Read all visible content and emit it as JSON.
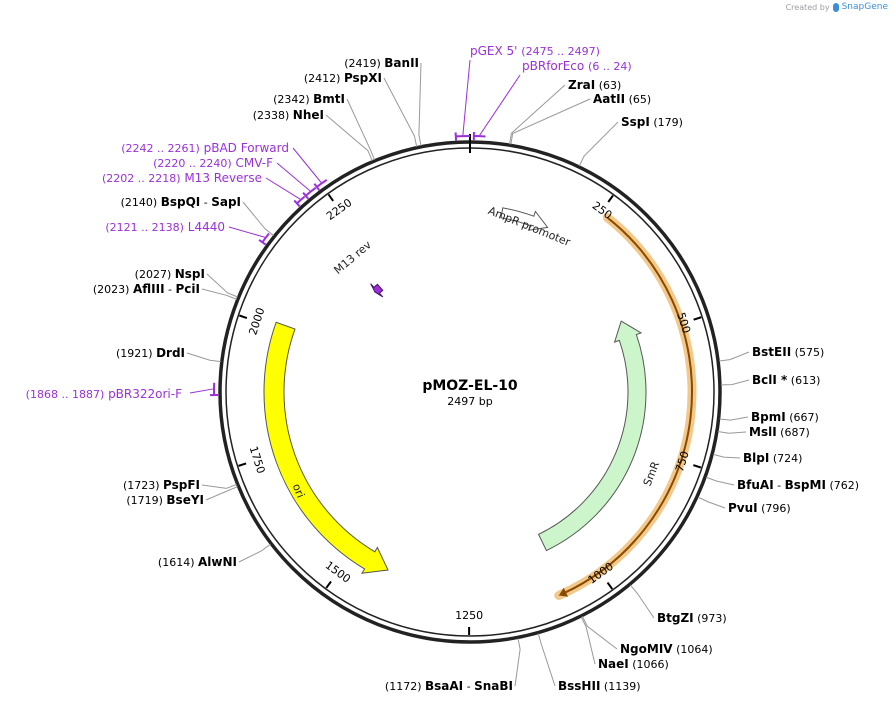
{
  "credit": {
    "prefix": "Created by",
    "brand": "SnapGene"
  },
  "plasmid": {
    "name": "pMOZ-EL-10",
    "length_label": "2497 bp",
    "length": 2497
  },
  "ticks": [
    "250",
    "500",
    "750",
    "1000",
    "1250",
    "1500",
    "1750",
    "2000",
    "2250"
  ],
  "enzymes": [
    {
      "name": "BanII",
      "pos": "(2419)",
      "bp": 2419
    },
    {
      "name": "PspXI",
      "pos": "(2412)",
      "bp": 2412
    },
    {
      "name": "BmtI",
      "pos": "(2342)",
      "bp": 2342
    },
    {
      "name": "NheI",
      "pos": "(2338)",
      "bp": 2338
    },
    {
      "name": "ZraI",
      "pos": "(63)",
      "bp": 63
    },
    {
      "name": "AatII",
      "pos": "(65)",
      "bp": 65
    },
    {
      "name": "SspI",
      "pos": "(179)",
      "bp": 179
    },
    {
      "name": "BspQI",
      "name2": "SapI",
      "pos": "(2140)",
      "bp": 2140
    },
    {
      "name": "NspI",
      "pos": "(2027)",
      "bp": 2027
    },
    {
      "name": "AflIII",
      "name2": "PciI",
      "pos": "(2023)",
      "bp": 2023
    },
    {
      "name": "DrdI",
      "pos": "(1921)",
      "bp": 1921
    },
    {
      "name": "BstEII",
      "pos": "(575)",
      "bp": 575
    },
    {
      "name": "BclI *",
      "pos": "(613)",
      "bp": 613
    },
    {
      "name": "BpmI",
      "pos": "(667)",
      "bp": 667
    },
    {
      "name": "MslI",
      "pos": "(687)",
      "bp": 687
    },
    {
      "name": "BlpI",
      "pos": "(724)",
      "bp": 724
    },
    {
      "name": "BfuAI",
      "name2": "BspMI",
      "pos": "(762)",
      "bp": 762
    },
    {
      "name": "PvuI",
      "pos": "(796)",
      "bp": 796
    },
    {
      "name": "PspFI",
      "pos": "(1723)",
      "bp": 1723
    },
    {
      "name": "BseYI",
      "pos": "(1719)",
      "bp": 1719
    },
    {
      "name": "AlwNI",
      "pos": "(1614)",
      "bp": 1614
    },
    {
      "name": "BtgZI",
      "pos": "(973)",
      "bp": 973
    },
    {
      "name": "NgoMIV",
      "pos": "(1064)",
      "bp": 1064
    },
    {
      "name": "NaeI",
      "pos": "(1066)",
      "bp": 1066
    },
    {
      "name": "BssHII",
      "pos": "(1139)",
      "bp": 1139
    },
    {
      "name": "BsaAI",
      "name2": "SnaBI",
      "pos": "(1172)",
      "bp": 1172
    }
  ],
  "primers": [
    {
      "name": "pGEX 5'",
      "range": "(2475 .. 2497)",
      "start": 2475,
      "end": 2497
    },
    {
      "name": "pBRforEco",
      "range": "(6 .. 24)",
      "start": 6,
      "end": 24
    },
    {
      "name": "pBAD Forward",
      "range": "(2242 .. 2261)",
      "start": 2242,
      "end": 2261
    },
    {
      "name": "CMV-F",
      "range": "(2220 .. 2240)",
      "start": 2220,
      "end": 2240
    },
    {
      "name": "M13 Reverse",
      "range": "(2202 .. 2218)",
      "start": 2202,
      "end": 2218
    },
    {
      "name": "L4440",
      "range": "(2121 .. 2138)",
      "start": 2121,
      "end": 2138
    },
    {
      "name": "pBR322ori-F",
      "range": "(1868 .. 1887)",
      "start": 1868,
      "end": 1887
    }
  ],
  "features": [
    {
      "name": "AmpR promoter",
      "start": 70,
      "end": 175,
      "color": "#ffffff",
      "stroke": "#555555"
    },
    {
      "name": "SmR",
      "start": 450,
      "end": 1070,
      "color": "#ccf5cc",
      "stroke": "#555555"
    },
    {
      "name": "ori",
      "start": 1420,
      "end": 2010,
      "color": "#ffff00",
      "stroke": "#555555"
    },
    {
      "name": "M13 rev",
      "start": 2195,
      "end": 2215,
      "color": "#9b30d9",
      "stroke": "#4a1070"
    }
  ],
  "orf": {
    "start": 265,
    "end": 1085,
    "color": "#f3c98b",
    "line": "#8a4b00"
  },
  "colors": {
    "primer": "#9b30d9",
    "backbone": "#222222"
  }
}
